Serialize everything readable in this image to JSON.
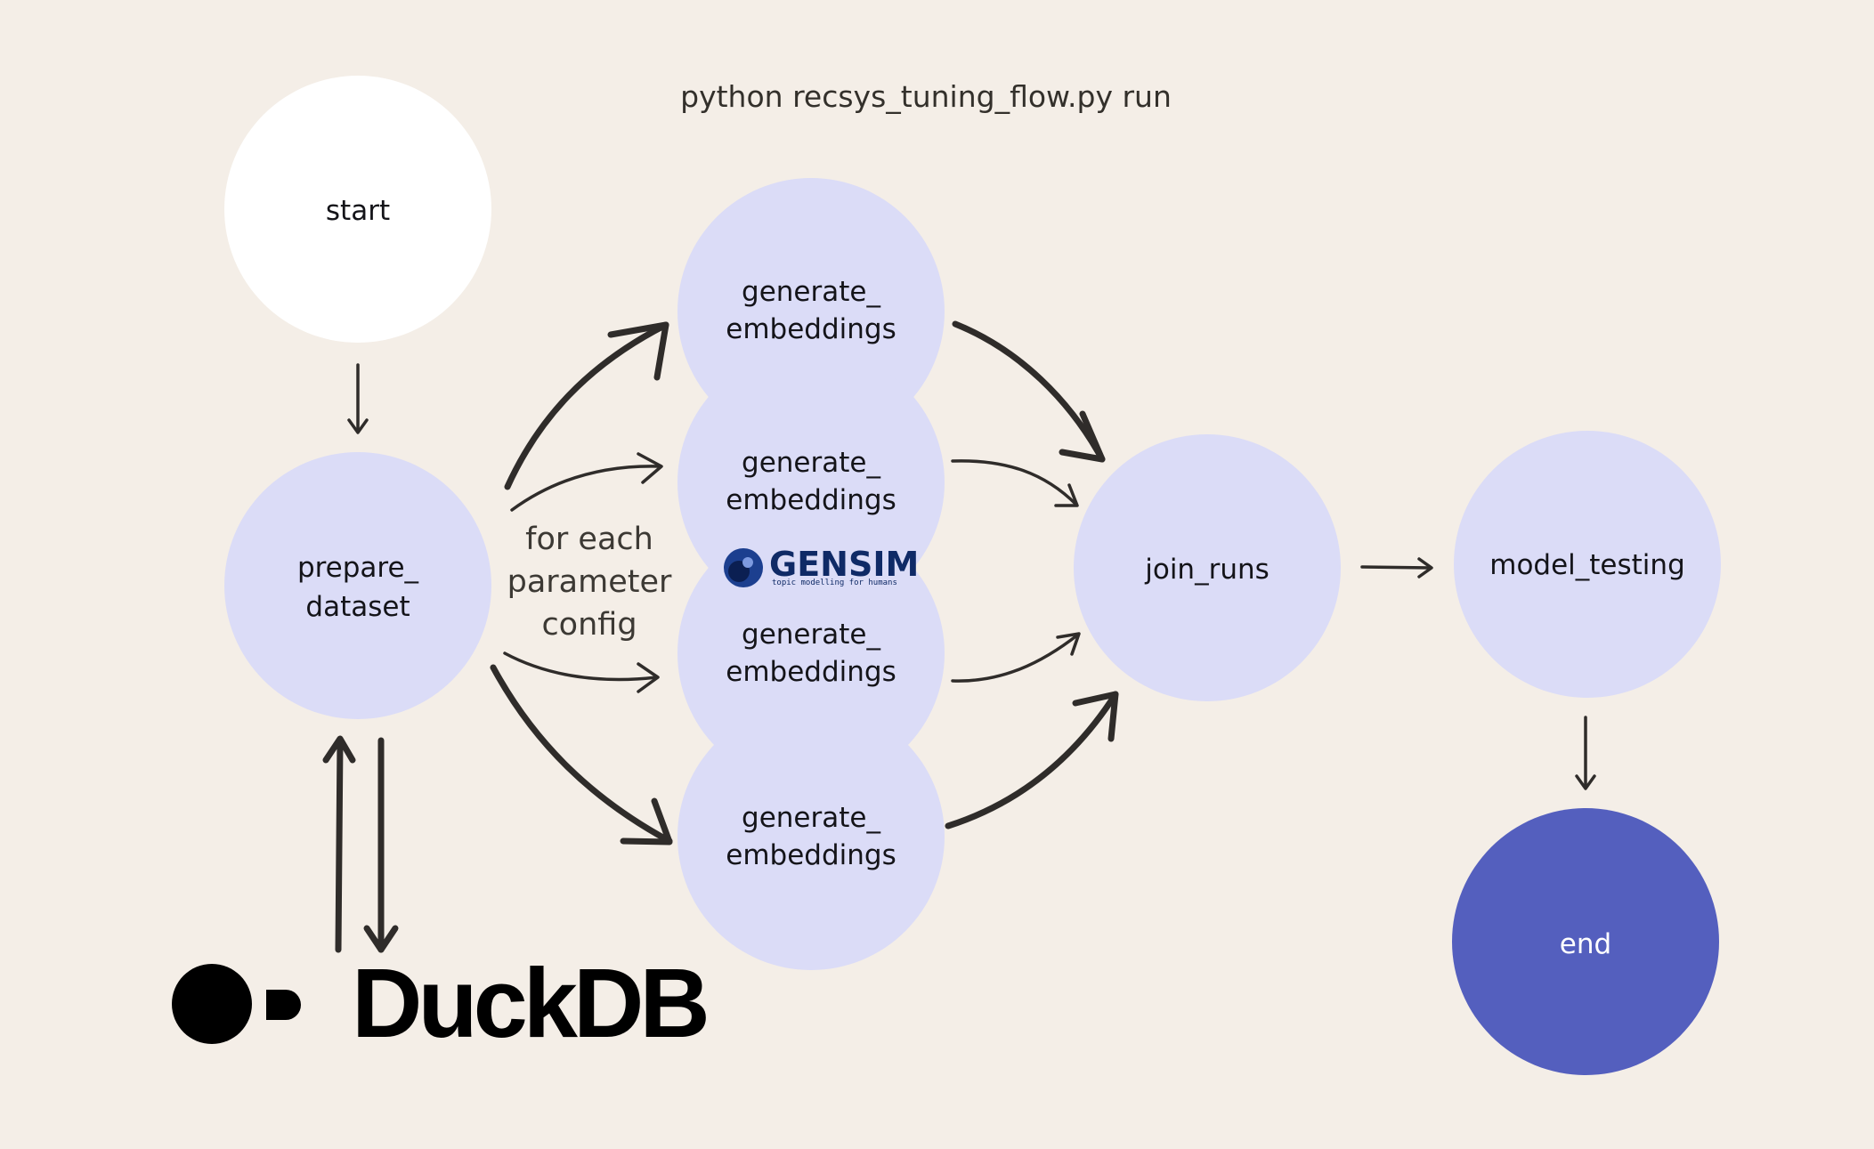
{
  "title": "python recsys_tuning_flow.py run",
  "loop_label": [
    "for each",
    "parameter",
    "config"
  ],
  "nodes": {
    "start": "start",
    "prepare": [
      "prepare_",
      "dataset"
    ],
    "generate": [
      "generate_",
      "embeddings"
    ],
    "join": "join_runs",
    "model_testing": "model_testing",
    "end": "end"
  },
  "logos": {
    "gensim": {
      "name": "GENSIM",
      "tagline": "topic modelling for humans"
    },
    "duckdb": {
      "name": "DuckDB"
    }
  },
  "colors": {
    "background": "#f4eee7",
    "step_fill": "#dbdcf7",
    "start_fill": "#ffffff",
    "end_fill": "#545fbe",
    "arrow": "#2f2c2a"
  }
}
